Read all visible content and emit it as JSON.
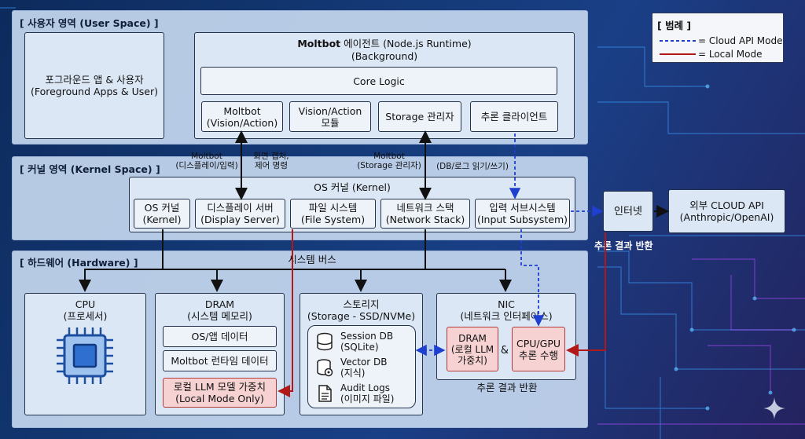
{
  "legend": {
    "title": "[ 범례 ]",
    "cloud": "= Cloud API Mode",
    "local": "= Local Mode",
    "cloud_color": "#1f3fd0",
    "local_color": "#b21818"
  },
  "user_space": {
    "title": "[ 사용자 영역 (User Space) ]",
    "foreground_l1": "포그라운드 앱 & 사용자",
    "foreground_l2": "(Foreground Apps & User)",
    "moltbot_title_bold": "Moltbot",
    "moltbot_title_rest": " 에이전트 (Node.js Runtime)",
    "moltbot_sub": "(Background)",
    "core_logic": "Core Logic",
    "modules": [
      {
        "l1": "Moltbot",
        "l2": "(Vision/Action)"
      },
      {
        "l1": "Vision/Action",
        "l2": "모듈"
      },
      {
        "l1": "Storage 관리자",
        "l2": ""
      },
      {
        "l1": "추론 클라이언트",
        "l2": ""
      }
    ]
  },
  "kernel_space": {
    "title": "[ 커널 영역 (Kernel Space) ]",
    "os_kernel": "OS 커널 (Kernel)",
    "subsystems": [
      {
        "l1": "OS 커널",
        "l2": "(Kernel)"
      },
      {
        "l1": "디스플레이 서버",
        "l2": "(Display Server)"
      },
      {
        "l1": "파일 시스템",
        "l2": "(File System)"
      },
      {
        "l1": "네트워크 스택",
        "l2": "(Network Stack)"
      },
      {
        "l1": "입력 서브시스템",
        "l2": "(Input Subsystem)"
      }
    ]
  },
  "connectors": {
    "display_l1": "Moltbot",
    "display_l2": "(디스플레이/입력)",
    "capture_l1": "화면 캡처,",
    "capture_l2": "제어 명령",
    "storage_l1": "Moltbot",
    "storage_l2": "(Storage 관리자)",
    "dbio": "(DB/로그 읽기/쓰기)",
    "system_bus": "시스템 버스",
    "return_top": "추론 결과 반환",
    "return_bottom": "추론 결과 반환"
  },
  "external": {
    "internet": "인터넷",
    "cloud_l1": "외부 CLOUD API",
    "cloud_l2": "(Anthropic/OpenAI)"
  },
  "hardware": {
    "title": "[ 하드웨어 (Hardware) ]",
    "cpu_l1": "CPU",
    "cpu_l2": "(프로세서)",
    "dram_l1": "DRAM",
    "dram_l2": "(시스템 메모리)",
    "dram_items": [
      "OS/앱 데이터",
      "Moltbot 런타임 데이터"
    ],
    "dram_local_l1": "로컬 LLM 모델 가중치",
    "dram_local_l2": "(Local Mode Only)",
    "storage_l1": "스토리지",
    "storage_l2": "(Storage - SSD/NVMe)",
    "db_items": [
      {
        "icon": "database-icon",
        "l1": "Session DB",
        "l2": "(SQLite)"
      },
      {
        "icon": "database-gear-icon",
        "l1": "Vector DB",
        "l2": "(지식)"
      },
      {
        "icon": "document-icon",
        "l1": "Audit Logs",
        "l2": "(이미지 파일)"
      }
    ],
    "nic_l1": "NIC",
    "nic_l2": "(네트워크 인터페이스)",
    "nic_dram_l1": "DRAM",
    "nic_dram_l2": "(로컬 LLM",
    "nic_dram_l3": "가중치)",
    "amp": "&",
    "gpu_l1": "CPU/GPU",
    "gpu_l2": "추론 수행"
  }
}
